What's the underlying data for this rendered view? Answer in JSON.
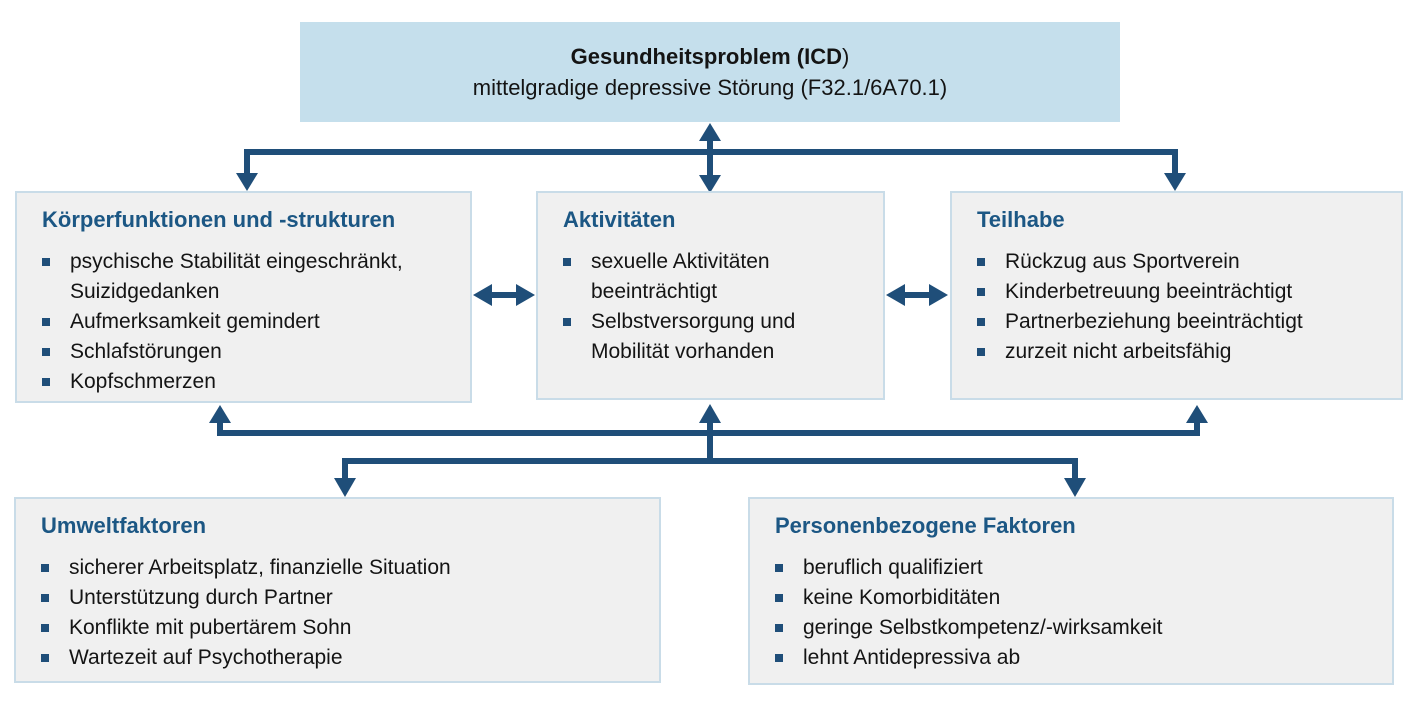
{
  "colors": {
    "arrow_color": "#1F4E79",
    "heading_color": "#1C5784",
    "bullet_color": "#1F4E79",
    "box_fill": "#F0F0F0",
    "box_border": "#C9DCE8",
    "top_box_fill": "#C5DFEC",
    "body_text": "#141414",
    "background": "#FFFFFF"
  },
  "top_box": {
    "title_bold": "Gesundheitsproblem (ICD",
    "title_tail": ")",
    "subtitle": "mittelgradige depressive Störung (F32.1/6A70.1)"
  },
  "boxes": {
    "koerper": {
      "heading": "Körperfunktionen und -strukturen",
      "items": [
        "psychische Stabilität eingeschränkt,\nSuizidgedanken",
        "Aufmerksamkeit gemindert",
        "Schlafstörungen",
        "Kopfschmerzen"
      ]
    },
    "aktivitaeten": {
      "heading": "Aktivitäten",
      "items": [
        "sexuelle Aktivitäten\nbeeinträchtigt",
        "Selbstversorgung und\nMobilität vorhanden"
      ]
    },
    "teilhabe": {
      "heading": "Teilhabe",
      "items": [
        "Rückzug aus Sportverein",
        "Kinderbetreuung beeinträchtigt",
        "Partnerbeziehung beeinträchtigt",
        "zurzeit nicht arbeitsfähig"
      ]
    },
    "umwelt": {
      "heading": "Umweltfaktoren",
      "items": [
        "sicherer Arbeitsplatz, finanzielle Situation",
        "Unterstützung durch Partner",
        "Konflikte mit pubertärem Sohn",
        "Wartezeit auf Psychotherapie"
      ]
    },
    "personen": {
      "heading": "Personenbezogene Faktoren",
      "items": [
        "beruflich qualifiziert",
        "keine Komorbiditäten",
        "geringe Selbstkompetenz/-wirksamkeit",
        "lehnt Antidepressiva ab"
      ]
    }
  }
}
